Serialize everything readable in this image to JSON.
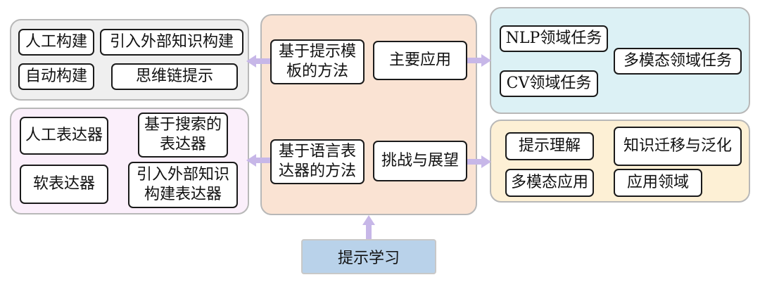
{
  "root": "提示学习",
  "center": {
    "method1": [
      "基于提示模",
      "板的方法"
    ],
    "method2": [
      "基于语言表",
      "达器的方法"
    ],
    "app": "主要应用",
    "challenge": "挑战与展望"
  },
  "template_methods": [
    "人工构建",
    "引入外部知识构建",
    "自动构建",
    "思维链提示"
  ],
  "verbalizer_methods": {
    "manual": "人工表达器",
    "search": [
      "基于搜索的",
      "表达器"
    ],
    "soft": "软表达器",
    "external": [
      "引入外部知识",
      "构建表达器"
    ]
  },
  "applications": [
    "NLP领域任务",
    "多模态领域任务",
    "CV领域任务"
  ],
  "challenges": [
    "提示理解",
    "知识迁移与泛化",
    "多模态应用",
    "应用领域"
  ],
  "colors": {
    "gray_panel": "#efefef",
    "center_panel": "#fae3d3",
    "pink_panel": "#fbeffb",
    "cyan_panel": "#dcf1f5",
    "yellow_panel": "#fdf0d5",
    "root_fill": "#b9d2ea",
    "arrow": "#c7b7e8"
  }
}
